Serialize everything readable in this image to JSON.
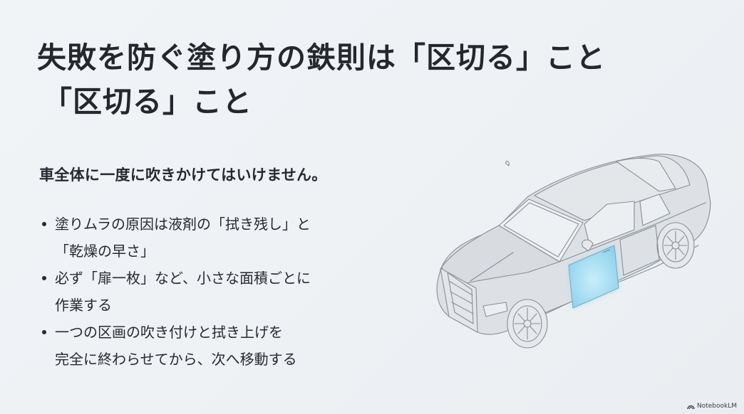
{
  "slide": {
    "title_line1": "失敗を防ぐ塗り方の鉄則は「区切る」こと",
    "title_line2": "「区切る」こと",
    "lead": "車全体に一度に吹きかけてはいけません。",
    "bullets": [
      {
        "lines": [
          "塗りムラの原因は液剤の「拭き残し」と",
          "「乾燥の早さ」"
        ]
      },
      {
        "lines": [
          "必ず「扉一枚」など、小さな面積ごとに",
          "作業する"
        ]
      },
      {
        "lines": [
          "一つの区画の吹き付けと拭き上げを",
          "完全に終わらせてから、次へ移動する"
        ]
      }
    ],
    "illustration": {
      "subject": "car-line-drawing",
      "highlighted_part": "front-driver-door",
      "highlight_color": "#9fdcf2",
      "body_color": "#dde1e5",
      "line_color": "#8a8f95"
    }
  },
  "branding": {
    "label": "NotebookLM",
    "icon": "notebooklm-logo-icon"
  },
  "colors": {
    "background": "#eef2f5",
    "text": "#24282d"
  }
}
